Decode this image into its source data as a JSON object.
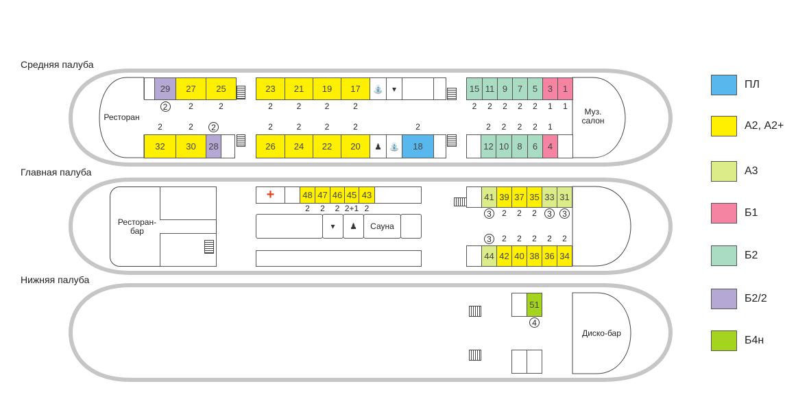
{
  "category_colors": {
    "ПЛ": "#58B7EC",
    "А2, А2+": "#FFF000",
    "А3": "#DCEC88",
    "Б1": "#F584A2",
    "Б2": "#A9DCC2",
    "Б2/2": "#B5A8D4",
    "Б4н": "#A5D41E"
  },
  "legend": [
    {
      "label": "ПЛ"
    },
    {
      "label": "А2, А2+"
    },
    {
      "label": "А3"
    },
    {
      "label": "Б1"
    },
    {
      "label": "Б2"
    },
    {
      "label": "Б2/2"
    },
    {
      "label": "Б4н"
    }
  ],
  "decks": {
    "middle": {
      "label": "Средняя палуба",
      "rooms": {
        "restaurant": "Ресторан",
        "music_salon": "Муз. салон"
      },
      "cabins": [
        {
          "num": "29",
          "cap": "2",
          "circled": true,
          "cat": "Б2/2"
        },
        {
          "num": "27",
          "cap": "2",
          "cat": "А2, А2+"
        },
        {
          "num": "25",
          "cap": "2",
          "cat": "А2, А2+"
        },
        {
          "num": "23",
          "cap": "2",
          "cat": "А2, А2+"
        },
        {
          "num": "21",
          "cap": "2",
          "cat": "А2, А2+"
        },
        {
          "num": "19",
          "cap": "2",
          "cat": "А2, А2+"
        },
        {
          "num": "17",
          "cap": "2",
          "cat": "А2, А2+"
        },
        {
          "num": "15",
          "cap": "2",
          "cat": "Б2"
        },
        {
          "num": "11",
          "cap": "2",
          "cat": "Б2"
        },
        {
          "num": "9",
          "cap": "2",
          "cat": "Б2"
        },
        {
          "num": "7",
          "cap": "2",
          "cat": "Б2"
        },
        {
          "num": "5",
          "cap": "2",
          "cat": "Б2"
        },
        {
          "num": "3",
          "cap": "1",
          "cat": "Б1"
        },
        {
          "num": "1",
          "cap": "1",
          "cat": "Б1"
        },
        {
          "num": "32",
          "cap": "2",
          "cat": "А2, А2+"
        },
        {
          "num": "30",
          "cap": "2",
          "cat": "А2, А2+"
        },
        {
          "num": "28",
          "cap": "2",
          "circled": true,
          "cat": "Б2/2"
        },
        {
          "num": "26",
          "cap": "2",
          "cat": "А2, А2+"
        },
        {
          "num": "24",
          "cap": "2",
          "cat": "А2, А2+"
        },
        {
          "num": "22",
          "cap": "2",
          "cat": "А2, А2+"
        },
        {
          "num": "20",
          "cap": "2",
          "cat": "А2, А2+"
        },
        {
          "num": "18",
          "cap": "2",
          "cat": "ПЛ"
        },
        {
          "num": "12",
          "cap": "2",
          "cat": "Б2"
        },
        {
          "num": "10",
          "cap": "2",
          "cat": "Б2"
        },
        {
          "num": "8",
          "cap": "2",
          "cat": "Б2"
        },
        {
          "num": "6",
          "cap": "2",
          "cat": "Б2"
        },
        {
          "num": "4",
          "cap": "1",
          "cat": "Б1"
        }
      ]
    },
    "main": {
      "label": "Главная палуба",
      "rooms": {
        "restaurant_bar": "Ресторан-\nбар",
        "sauna": "Сауна"
      },
      "cabins": [
        {
          "num": "48",
          "cap": "2",
          "cat": "А2, А2+"
        },
        {
          "num": "47",
          "cap": "2",
          "cat": "А2, А2+"
        },
        {
          "num": "46",
          "cap": "2",
          "cat": "А2, А2+"
        },
        {
          "num": "45",
          "cap": "2+1",
          "cat": "А2, А2+"
        },
        {
          "num": "43",
          "cap": "2",
          "cat": "А2, А2+"
        },
        {
          "num": "41",
          "cap": "3",
          "circled": true,
          "cat": "А3"
        },
        {
          "num": "39",
          "cap": "2",
          "cat": "А2, А2+"
        },
        {
          "num": "37",
          "cap": "2",
          "cat": "А2, А2+"
        },
        {
          "num": "35",
          "cap": "2",
          "cat": "А2, А2+"
        },
        {
          "num": "33",
          "cap": "3",
          "circled": true,
          "cat": "А3"
        },
        {
          "num": "31",
          "cap": "3",
          "circled": true,
          "cat": "А3"
        },
        {
          "num": "44",
          "cap": "3",
          "circled": true,
          "cat": "А3"
        },
        {
          "num": "42",
          "cap": "2",
          "cat": "А2, А2+"
        },
        {
          "num": "40",
          "cap": "2",
          "cat": "А2, А2+"
        },
        {
          "num": "38",
          "cap": "2",
          "cat": "А2, А2+"
        },
        {
          "num": "36",
          "cap": "2",
          "cat": "А2, А2+"
        },
        {
          "num": "34",
          "cap": "2",
          "cat": "А2, А2+"
        }
      ]
    },
    "lower": {
      "label": "Нижняя палуба",
      "rooms": {
        "disco_bar": "Диско-бар"
      },
      "cabins": [
        {
          "num": "51",
          "cap": "4",
          "circled": true,
          "cat": "Б4н"
        }
      ]
    }
  }
}
